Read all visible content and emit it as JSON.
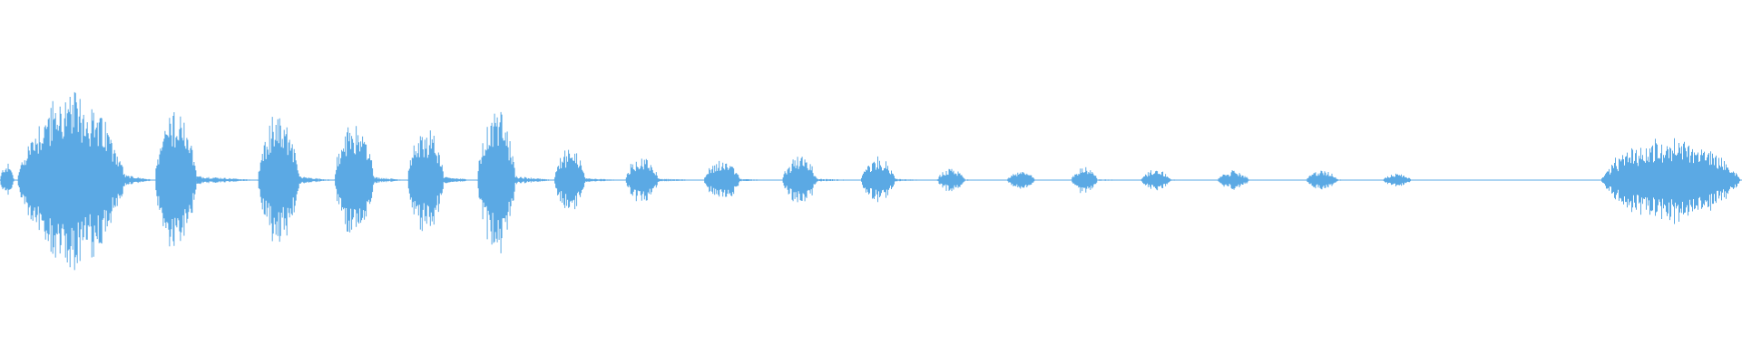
{
  "waveform": {
    "color": "#5ba9e4",
    "background": "#ffffff",
    "segments": [
      {
        "start": 0.0,
        "end": 0.008,
        "peak": 0.18
      },
      {
        "start": 0.01,
        "end": 0.072,
        "peak": 0.95
      },
      {
        "start": 0.089,
        "end": 0.113,
        "peak": 0.8
      },
      {
        "start": 0.148,
        "end": 0.172,
        "peak": 0.72
      },
      {
        "start": 0.192,
        "end": 0.215,
        "peak": 0.62
      },
      {
        "start": 0.234,
        "end": 0.255,
        "peak": 0.59
      },
      {
        "start": 0.274,
        "end": 0.296,
        "peak": 0.78
      },
      {
        "start": 0.318,
        "end": 0.336,
        "peak": 0.35
      },
      {
        "start": 0.359,
        "end": 0.378,
        "peak": 0.27
      },
      {
        "start": 0.404,
        "end": 0.425,
        "peak": 0.22
      },
      {
        "start": 0.449,
        "end": 0.469,
        "peak": 0.25
      },
      {
        "start": 0.494,
        "end": 0.514,
        "peak": 0.23
      },
      {
        "start": 0.538,
        "end": 0.554,
        "peak": 0.12
      },
      {
        "start": 0.578,
        "end": 0.594,
        "peak": 0.1
      },
      {
        "start": 0.615,
        "end": 0.63,
        "peak": 0.15
      },
      {
        "start": 0.655,
        "end": 0.672,
        "peak": 0.12
      },
      {
        "start": 0.699,
        "end": 0.717,
        "peak": 0.1
      },
      {
        "start": 0.75,
        "end": 0.768,
        "peak": 0.11
      },
      {
        "start": 0.794,
        "end": 0.81,
        "peak": 0.08
      },
      {
        "start": 0.919,
        "end": 0.999,
        "peak": 0.45
      }
    ]
  }
}
